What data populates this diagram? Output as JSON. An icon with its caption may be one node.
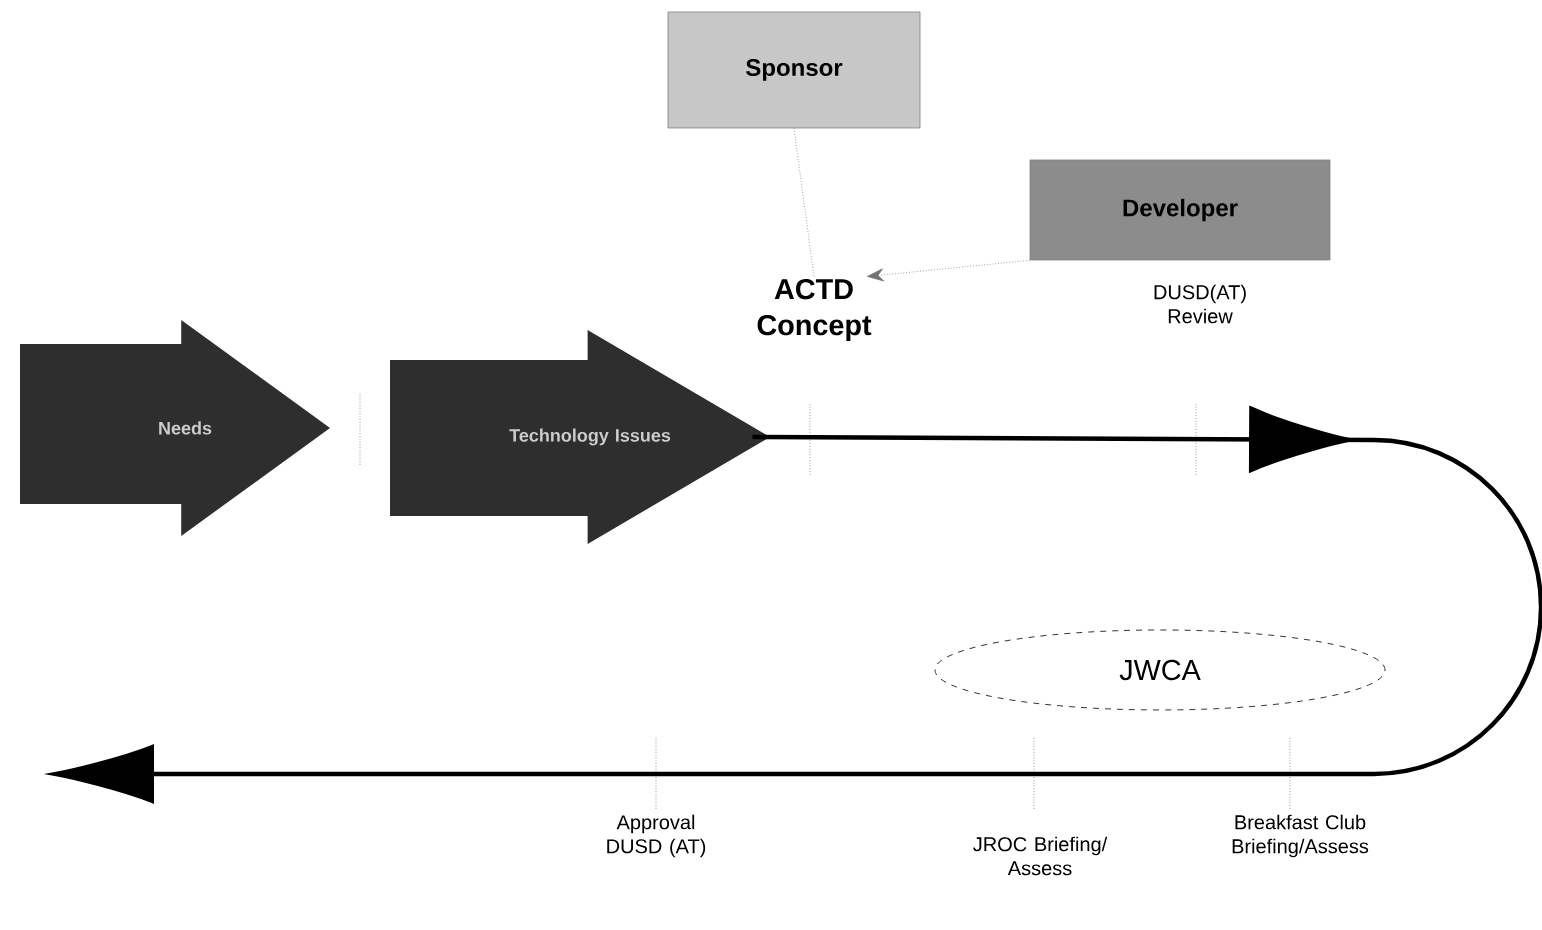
{
  "diagram": {
    "nodes": [
      {
        "text": [
          "Needs"
        ]
      },
      {
        "text": [
          "Technology Issues"
        ]
      },
      {
        "text": [
          "Sponsor"
        ]
      },
      {
        "text": [
          "Developer"
        ]
      },
      {
        "text": [
          "ACTD Concept"
        ]
      },
      {
        "text": [
          "DUSD(AT) Review"
        ]
      },
      {
        "text": [
          "JWCA"
        ]
      },
      {
        "text": [
          "Approval DUSD (AT)"
        ]
      },
      {
        "text": [
          "JROC Briefing/ Assess"
        ]
      },
      {
        "text": [
          "Breakfast Club Briefing/Assess"
        ]
      }
    ],
    "edges": [
      {
        "from": 2,
        "to": 4,
        "arrow": "none",
        "style": "dashed"
      },
      {
        "from": 3,
        "to": 4,
        "arrow": "to",
        "style": "dashed"
      },
      {
        "from": 1,
        "to": null,
        "arrow": "to",
        "style": "thick",
        "color": "#000000"
      }
    ]
  }
}
